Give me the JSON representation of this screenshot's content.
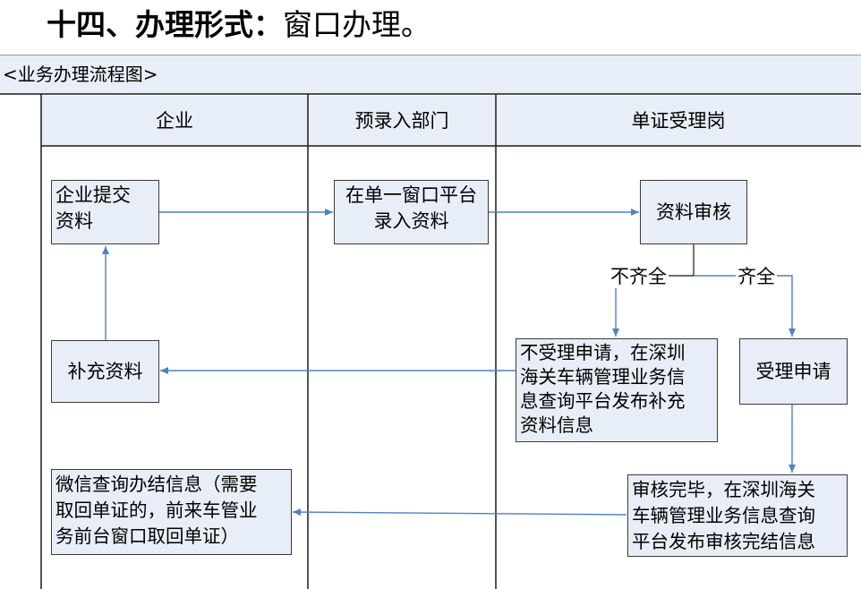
{
  "heading": {
    "label": "十四、办理形式：",
    "value": "窗口办理。"
  },
  "diagram": {
    "title": "<业务办理流程图>",
    "lanes": [
      {
        "id": "enterprise",
        "label": "企业"
      },
      {
        "id": "entry",
        "label": "预录入部门"
      },
      {
        "id": "acceptance",
        "label": "单证受理岗"
      }
    ],
    "nodes": {
      "submit": {
        "lines": [
          "企业提交",
          "资料"
        ]
      },
      "entry": {
        "lines": [
          "在单一窗口平台",
          "录入资料"
        ]
      },
      "review": {
        "lines": [
          "资料审核"
        ]
      },
      "reject": {
        "lines": [
          "不受理申请，在深圳",
          "海关车辆管理业务信",
          "息查询平台发布补充",
          "资料信息"
        ]
      },
      "accept": {
        "lines": [
          "受理申请"
        ]
      },
      "supplement": {
        "lines": [
          "补充资料"
        ]
      },
      "complete": {
        "lines": [
          "审核完毕，在深圳海关",
          "车辆管理业务信息查询",
          "平台发布审核完结信息"
        ]
      },
      "wechat": {
        "lines": [
          "微信查询办结信息（需要",
          "取回单证的，前来车管业",
          "务前台窗口取回单证）"
        ]
      }
    },
    "edge_labels": {
      "incomplete": "不齐全",
      "complete": "齐全"
    },
    "colors": {
      "fill": "#e8eef7",
      "arrow": "#4f81bd",
      "border": "#3a3a3a",
      "grid": "#1a1a1a"
    }
  }
}
